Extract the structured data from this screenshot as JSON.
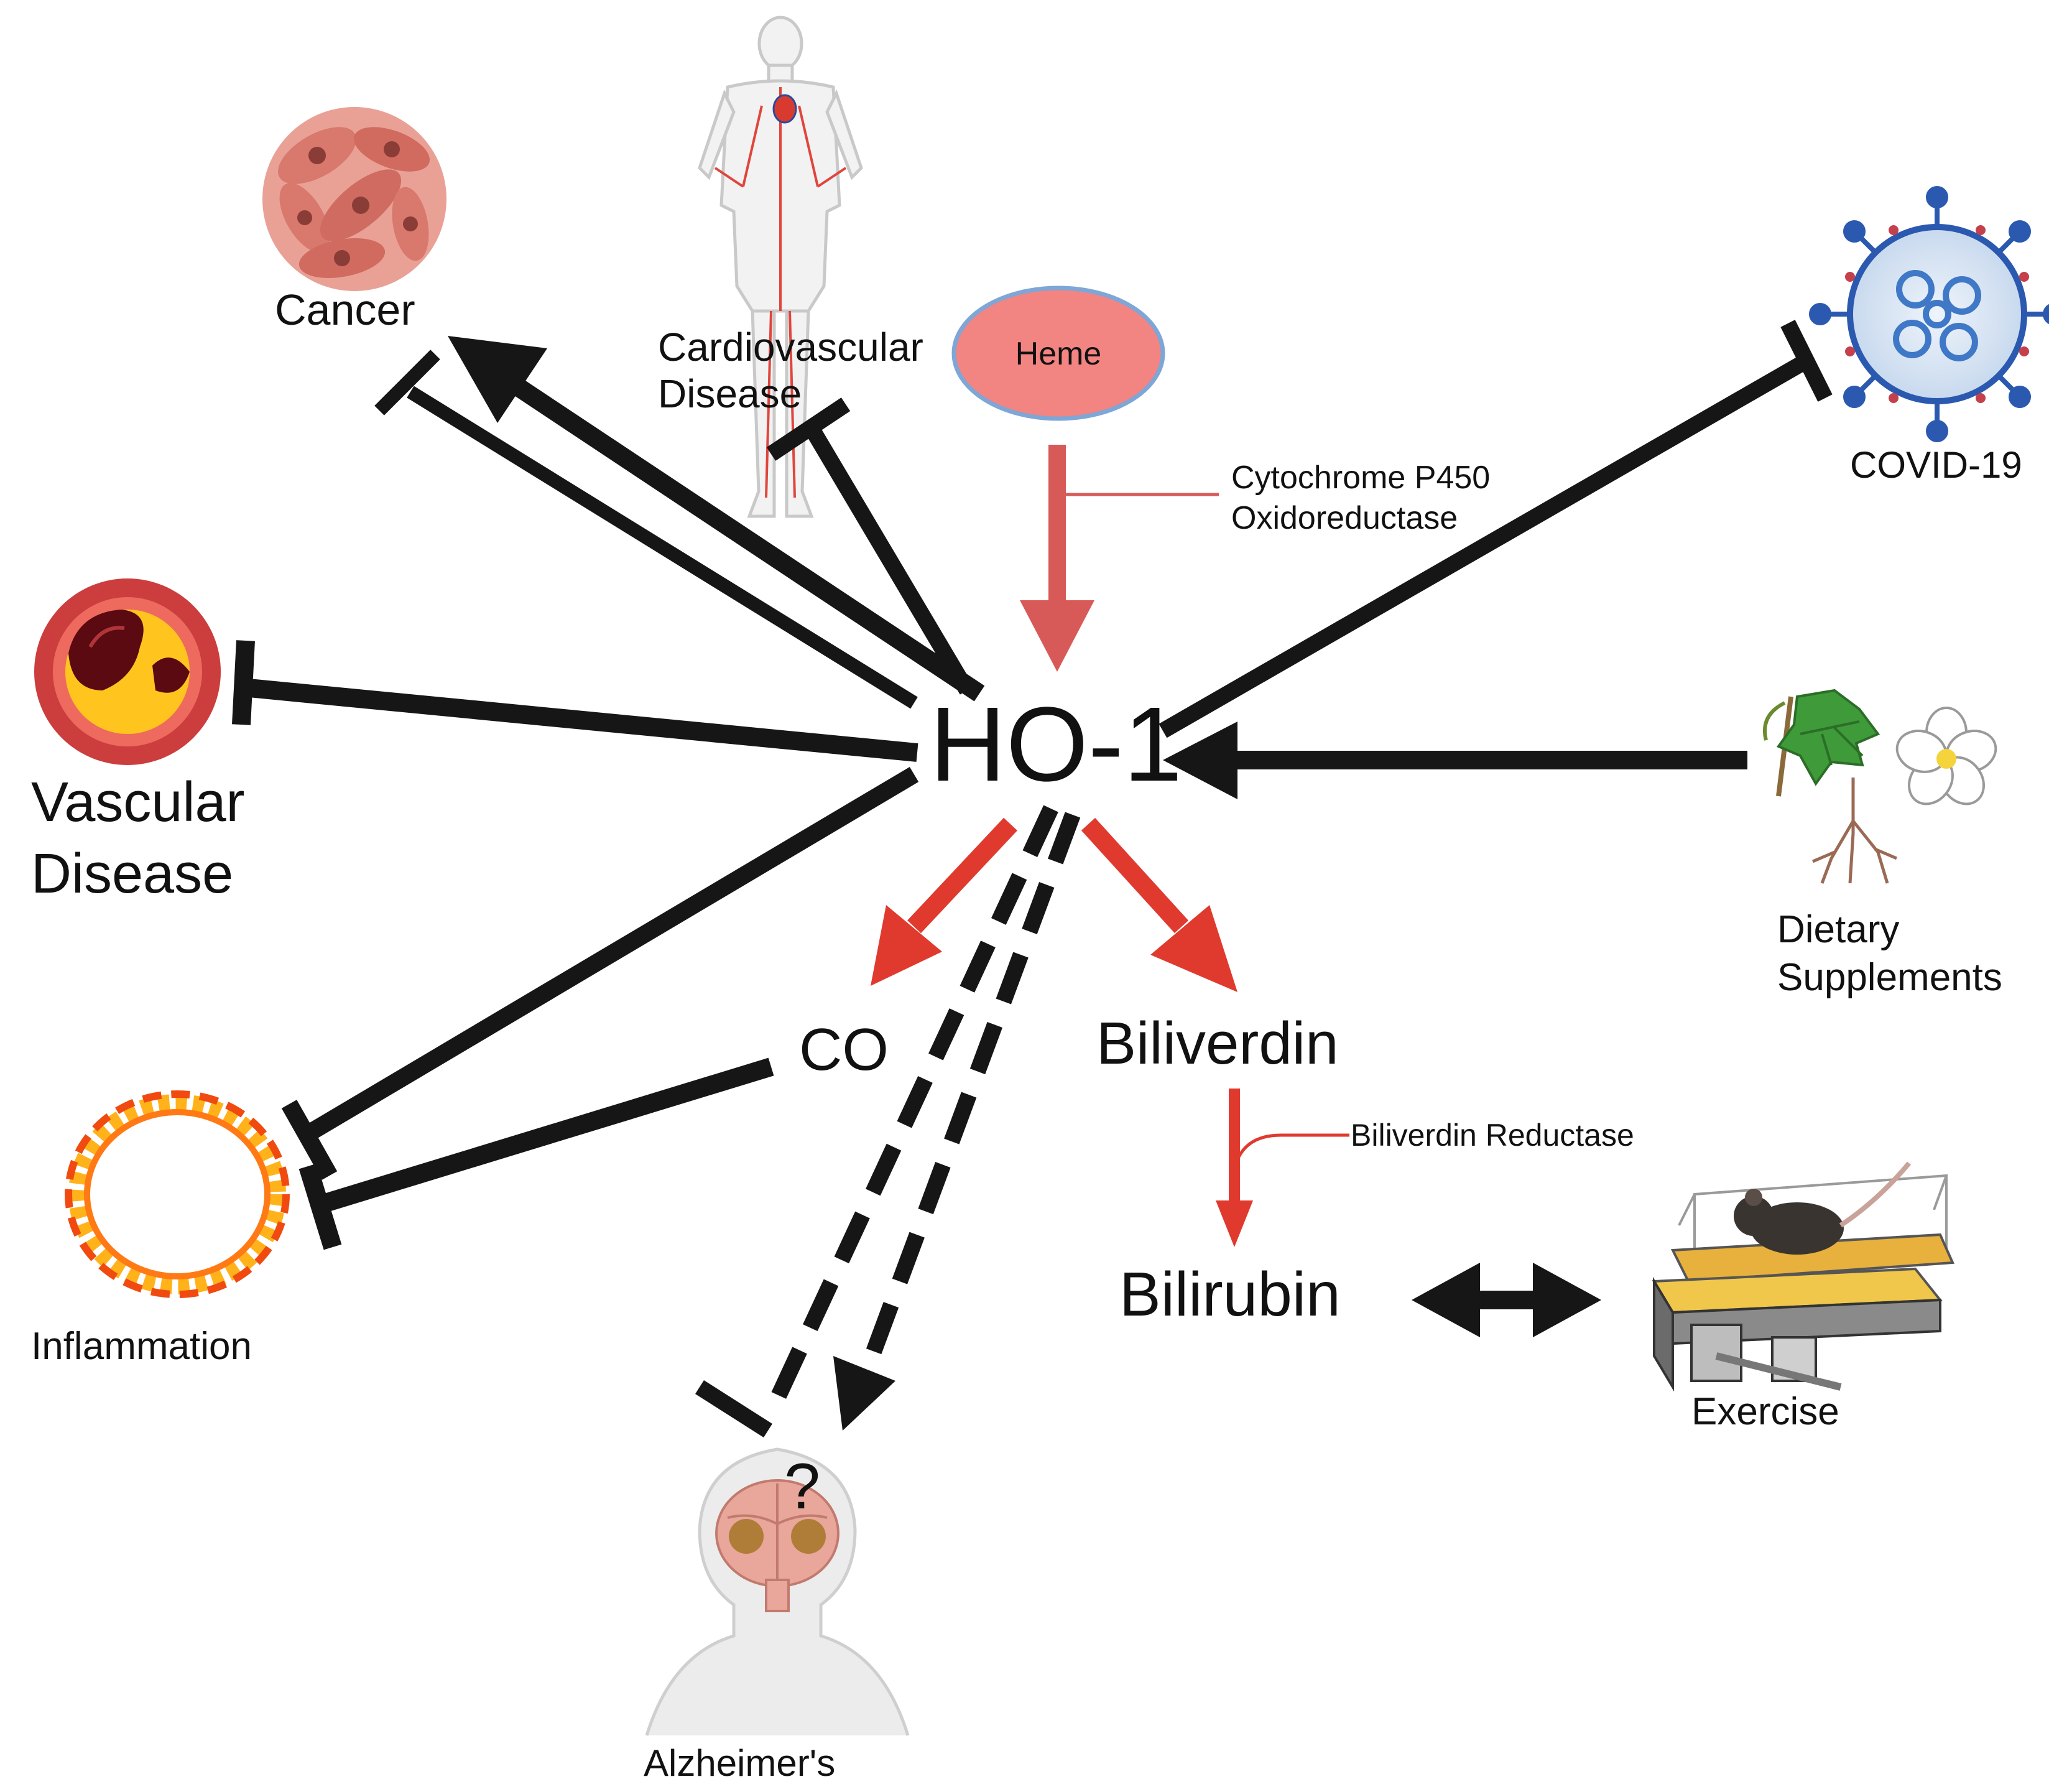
{
  "nodes": {
    "ho1": "HO-1",
    "heme": "Heme",
    "co": "CO",
    "biliverdin": "Biliverdin",
    "bilirubin": "Bilirubin",
    "cancer": "Cancer",
    "cardio_line1": "Cardiovascular",
    "cardio_line2": "Disease",
    "vascular_line1": "Vascular",
    "vascular_line2": "Disease",
    "inflammation": "Inflammation",
    "alzheimers": "Alzheimer's",
    "question": "?",
    "covid": "COVID-19",
    "dietary_line1": "Dietary",
    "dietary_line2": "Supplements",
    "exercise": "Exercise"
  },
  "enzymes": {
    "cyp_line1": "Cytochrome P450",
    "cyp_line2": "Oxidoreductase",
    "bvr": "Biliverdin Reductase"
  },
  "colors": {
    "arrow_black": "#161616",
    "arrow_red": "#e03a2f",
    "heme_arrow": "#d85a58",
    "heme_fill": "#f28482",
    "heme_stroke": "#7ea6d6"
  },
  "icons": [
    "cancer-cells-icon",
    "human-body-icon",
    "covid-virus-icon",
    "blood-vessel-icon",
    "plant-flower-icon",
    "fire-ring-icon",
    "treadmill-mouse-icon",
    "brain-head-icon"
  ]
}
